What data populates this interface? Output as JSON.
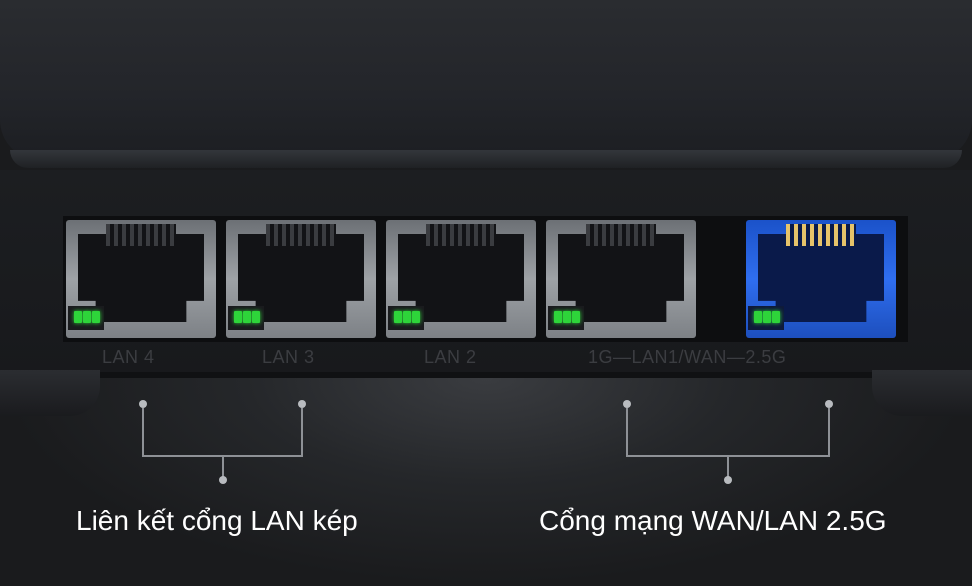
{
  "ports": [
    {
      "label": "LAN 4",
      "color": "#8f9397"
    },
    {
      "label": "LAN 3",
      "color": "#8f9397"
    },
    {
      "label": "LAN 2",
      "color": "#8f9397"
    },
    {
      "label": "1G—LAN1/WAN—2.5G",
      "color": "#8f9397"
    },
    {
      "label": "",
      "color": "#2f6ef0"
    }
  ],
  "callouts": {
    "left": "Liên kết cổng LAN kép",
    "right": "Cổng mạng WAN/LAN 2.5G"
  },
  "colors": {
    "led": "#2ed43a",
    "wan_port": "#2f6ef0",
    "text": "#ffffff"
  }
}
